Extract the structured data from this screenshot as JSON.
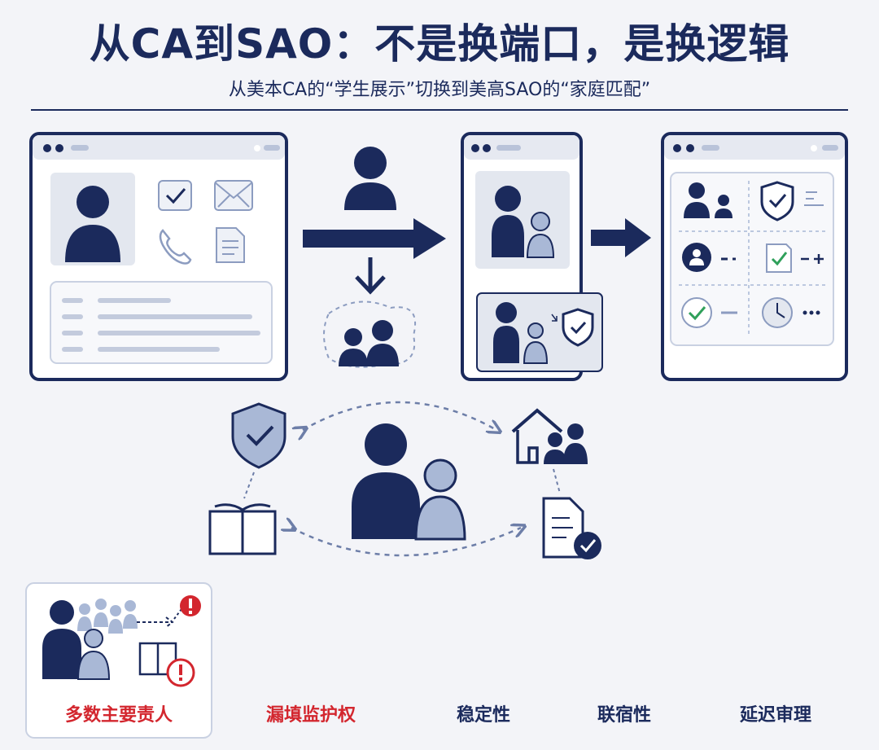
{
  "header": {
    "title": "从CA到SAO：不是换端口，是换逻辑",
    "subtitle": "从美本CA的“学生展示”切换到美高SAO的“家庭匹配”"
  },
  "cards": [
    {
      "label": "多数主要责人",
      "tone": "problem"
    },
    {
      "label": "漏填监护权",
      "tone": "problem"
    },
    {
      "label": "稳定性",
      "tone": "quality"
    },
    {
      "label": "联宿性",
      "tone": "quality"
    },
    {
      "label": "延迟审理",
      "tone": "quality"
    }
  ],
  "colors": {
    "navy": "#1b2a5c",
    "light_blue": "#a9b8d6",
    "panel_bg": "#e3e7ef",
    "alert_red": "#d3262e",
    "check_green": "#2fa05a",
    "background": "#f3f4f8"
  },
  "icons": [
    "student-avatar-icon",
    "checkbox-icon",
    "mail-icon",
    "phone-icon",
    "document-icon",
    "arrow-right-icon",
    "arrow-down-icon",
    "family-icon",
    "shield-check-icon",
    "house-family-icon",
    "open-book-icon",
    "document-check-icon",
    "alert-icon",
    "question-document-icon",
    "house-icon",
    "envelope-icon",
    "printer-icon",
    "clock-icon",
    "cross-icon"
  ]
}
